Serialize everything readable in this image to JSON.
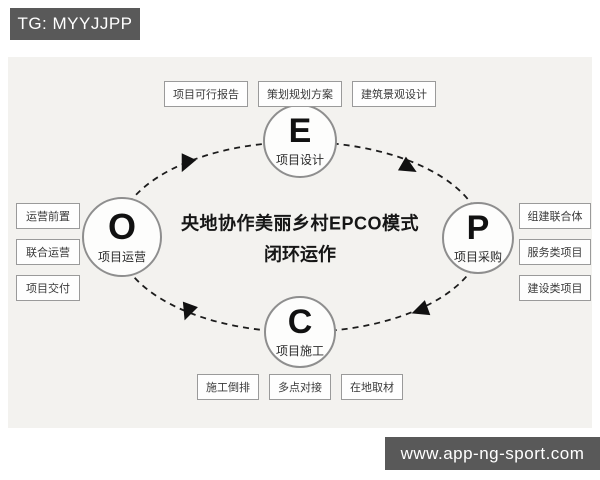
{
  "banners": {
    "top_left": "TG: MYYJJPP",
    "bottom_right": "www.app-ng-sport.com"
  },
  "diagram": {
    "center_title_line1": "央地协作美丽乡村EPCO模式",
    "center_title_line2": "闭环运作",
    "nodes": {
      "e": {
        "letter": "E",
        "label": "项目设计"
      },
      "p": {
        "letter": "P",
        "label": "项目采购"
      },
      "c": {
        "letter": "C",
        "label": "项目施工"
      },
      "o": {
        "letter": "O",
        "label": "项目运营"
      }
    },
    "top_tags": [
      "项目可行报告",
      "策划规划方案",
      "建筑景观设计"
    ],
    "right_tags": [
      "组建联合体",
      "服务类项目",
      "建设类项目"
    ],
    "bottom_tags": [
      "施工倒排",
      "多点对接",
      "在地取材"
    ],
    "left_tags": [
      "运营前置",
      "联合运营",
      "项目交付"
    ],
    "cycle_direction": "E→P→C→O loop (dashed ellipse with arrowheads)"
  },
  "colors": {
    "banner_bg": "#595959",
    "banner_text": "#ffffff",
    "panel_bg": "#f3f2ef",
    "circle_border": "#8e8e8e",
    "dash_stroke": "#1c1c1c",
    "tag_border": "#9a9a9a"
  }
}
